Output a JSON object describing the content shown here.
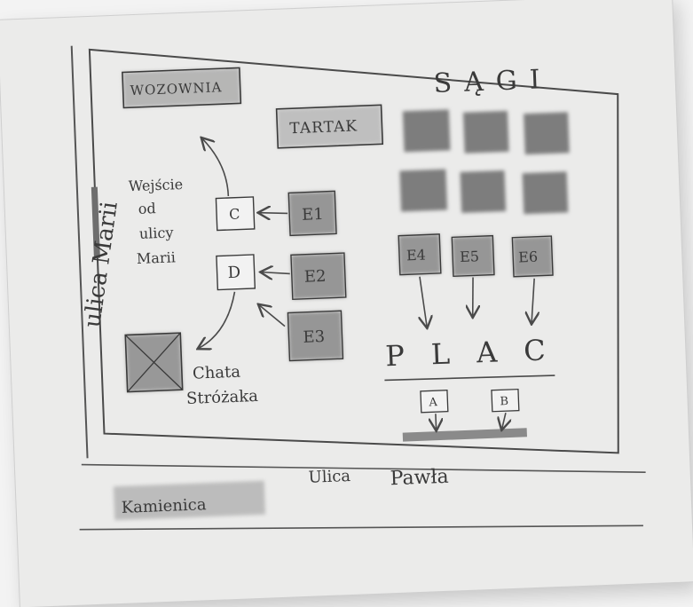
{
  "map": {
    "street_left": "ulica Marii",
    "street_bottom": "Ulica",
    "street_bottom_name": "Pawła",
    "kamienica": "Kamienica",
    "wozownia": "WOZOWNIA",
    "tartak": "TARTAK",
    "sagi": "SĄGI",
    "plac": "PLAC",
    "entrance": [
      "Wejście",
      "od",
      "ulicy",
      "Marii"
    ],
    "chata": [
      "Chata",
      "Stróżaka"
    ],
    "box_c": "C",
    "box_d": "D",
    "box_a": "A",
    "box_b": "B",
    "e1": "E1",
    "e2": "E2",
    "e3": "E3",
    "e4": "E4",
    "e5": "E5",
    "e6": "E6",
    "colors": {
      "ink": "#3a3a3a",
      "wash_dark": "#7d7d7d",
      "wash_mid": "#a9a9a9",
      "wash_light": "#c9c9c9",
      "paper": "#ebebea"
    }
  }
}
